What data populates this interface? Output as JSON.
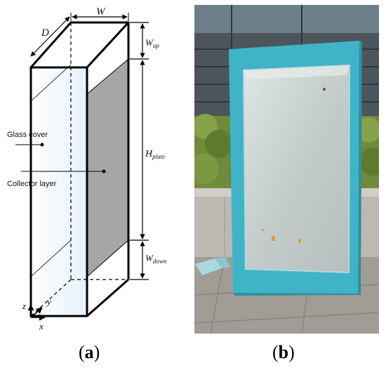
{
  "panel_a": {
    "labels": {
      "width": "W",
      "depth": "D",
      "w_up_main": "W",
      "w_up_sub": "up",
      "h_plate_main": "H",
      "h_plate_sub": "plate",
      "w_down_main": "W",
      "w_down_sub": "down",
      "glass_cover": "Glass cover",
      "collector_layer": "Collector layer",
      "axis_x": "x",
      "axis_y": "y",
      "axis_z": "z"
    },
    "colors": {
      "glass": "#f2f8fc",
      "collector": "#a6a6a6",
      "outline": "#000000"
    },
    "caption": {
      "open": "(",
      "letter": "a",
      "close": ")"
    }
  },
  "panel_b": {
    "colors": {
      "frame": "#3fb4c8",
      "frame_shadow": "#2d8fa3",
      "glass": "#c9d2d0",
      "sky": "#6e7f8c",
      "building": "#4c555c",
      "shrub": "#6f8a3a",
      "wall": "#bdb8b0",
      "pavement": "#a19c95"
    },
    "caption": {
      "open": "(",
      "letter": "b",
      "close": ")"
    }
  }
}
